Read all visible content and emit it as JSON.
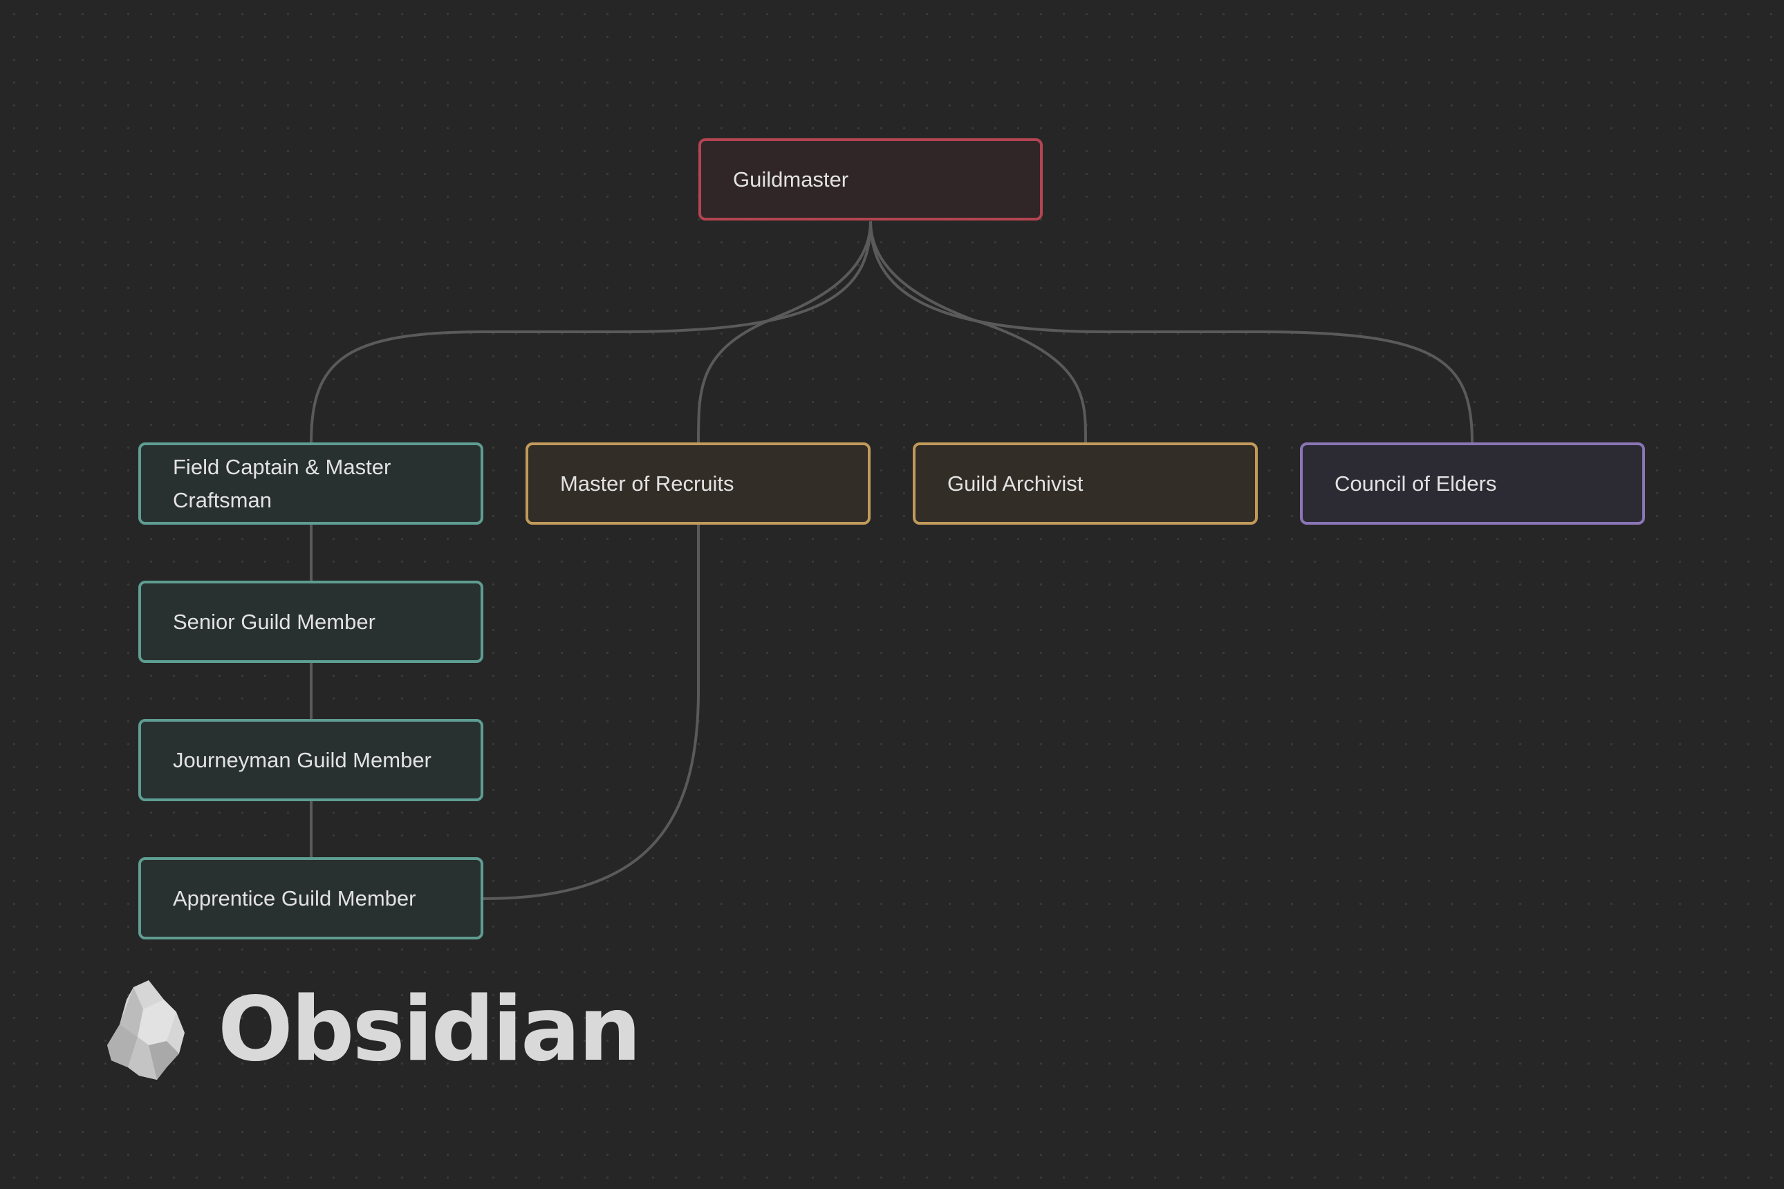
{
  "diagram": {
    "nodes": [
      {
        "id": "guildmaster",
        "label": "Guildmaster",
        "color": "red"
      },
      {
        "id": "field-captain",
        "label": "Field Captain & Master Craftsman",
        "color": "teal"
      },
      {
        "id": "master-recruits",
        "label": "Master of Recruits",
        "color": "orange"
      },
      {
        "id": "guild-archivist",
        "label": "Guild Archivist",
        "color": "orange"
      },
      {
        "id": "council-elders",
        "label": "Council of Elders",
        "color": "purple"
      },
      {
        "id": "senior-member",
        "label": "Senior Guild Member",
        "color": "teal"
      },
      {
        "id": "journeyman-member",
        "label": "Journeyman Guild Member",
        "color": "teal"
      },
      {
        "id": "apprentice-member",
        "label": "Apprentice Guild Member",
        "color": "teal"
      }
    ],
    "edges": [
      {
        "from": "guildmaster",
        "to": "field-captain"
      },
      {
        "from": "guildmaster",
        "to": "master-recruits"
      },
      {
        "from": "guildmaster",
        "to": "guild-archivist"
      },
      {
        "from": "guildmaster",
        "to": "council-elders"
      },
      {
        "from": "field-captain",
        "to": "senior-member"
      },
      {
        "from": "senior-member",
        "to": "journeyman-member"
      },
      {
        "from": "journeyman-member",
        "to": "apprentice-member"
      },
      {
        "from": "master-recruits",
        "to": "apprentice-member"
      }
    ],
    "colors": {
      "red": "#b34452",
      "teal": "#5e9d92",
      "orange": "#c19a5b",
      "purple": "#8a75b6",
      "edge": "#5a5a5a",
      "background": "#262626"
    }
  },
  "brand": {
    "name": "Obsidian",
    "logo_icon": "obsidian-crystal-icon"
  }
}
